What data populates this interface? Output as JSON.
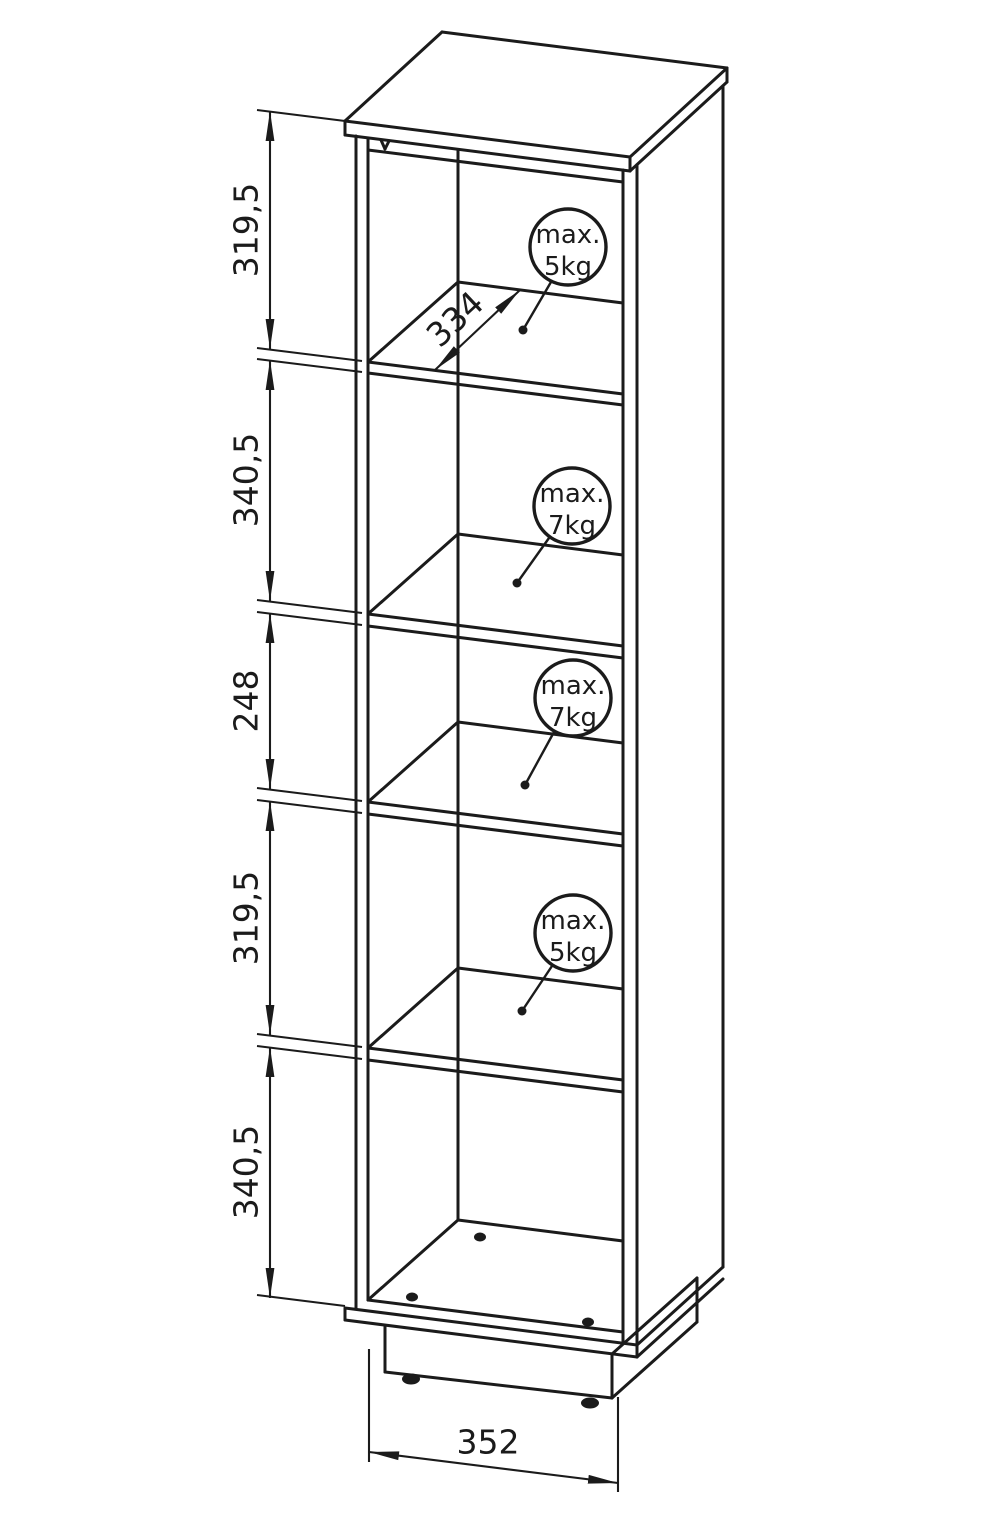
{
  "diagram": {
    "background_color": "#ffffff",
    "line_color": "#1b1b1b",
    "height_dimensions": [
      "319,5",
      "340,5",
      "248",
      "319,5",
      "340,5"
    ],
    "shelf_depth_dimension": "334",
    "base_width_dimension": "352",
    "load_badges": [
      {
        "line1": "max.",
        "line2": "5kg"
      },
      {
        "line1": "max.",
        "line2": "7kg"
      },
      {
        "line1": "max.",
        "line2": "7kg"
      },
      {
        "line1": "max.",
        "line2": "5kg"
      }
    ]
  }
}
